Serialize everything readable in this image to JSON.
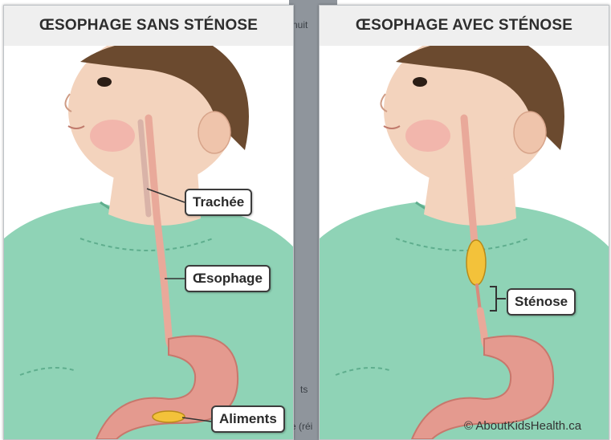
{
  "left_panel": {
    "title": "ŒSOPHAGE SANS STÉNOSE",
    "labels": {
      "trachea": "Trachée",
      "esophagus": "Œsophage",
      "food": "Aliments"
    }
  },
  "right_panel": {
    "title": "ŒSOPHAGE AVEC STÉNOSE",
    "labels": {
      "stricture": "Sténose"
    },
    "credit": "© AboutKidsHealth.ca"
  },
  "background_window": {
    "peek_text_top": "nuit",
    "peek_text_mid": "ts",
    "peek_text_bottom": "e (réi"
  },
  "colors": {
    "shirt": "#8fd3b6",
    "skin": "#f3d3bd",
    "hair": "#6b4a2f",
    "esophagus": "#e9a99a",
    "stomach": "#e49a8f",
    "food": "#f3c23a"
  }
}
